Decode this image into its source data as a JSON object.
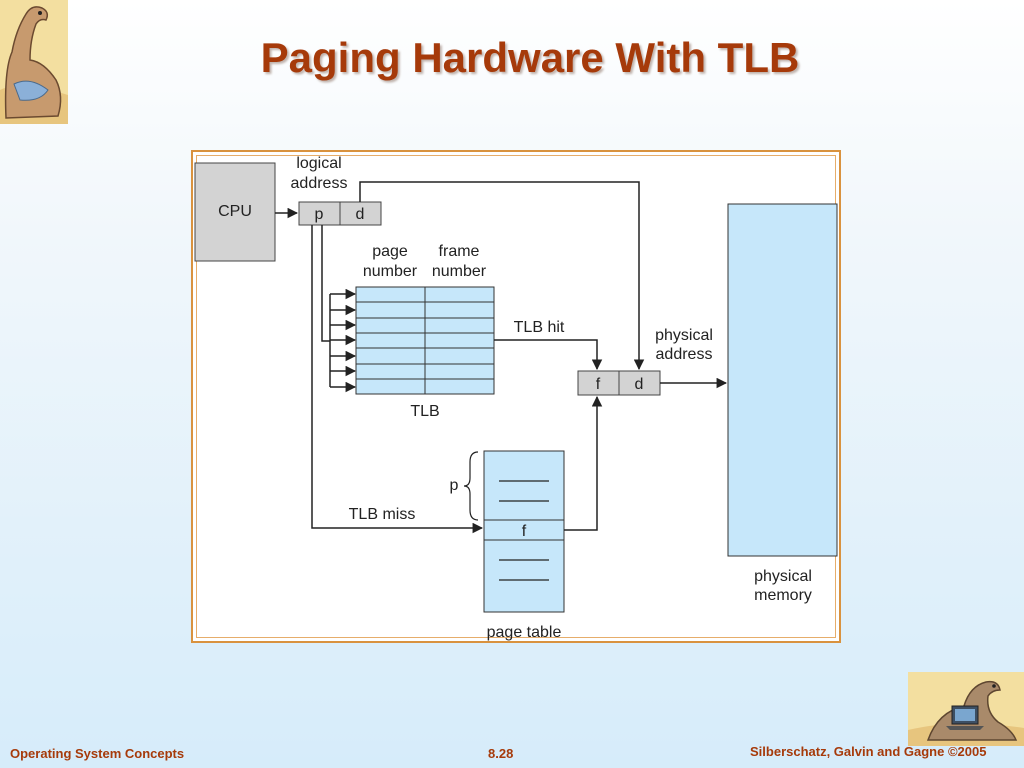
{
  "slide": {
    "title": "Paging Hardware With TLB",
    "footer_left": "Operating System Concepts",
    "footer_center": "8.28",
    "footer_right": "Silberschatz, Galvin and Gagne ©2005"
  },
  "diagram": {
    "cpu": "CPU",
    "logical_address": [
      "logical",
      "address"
    ],
    "p": "p",
    "d": "d",
    "page_number": [
      "page",
      "number"
    ],
    "frame_number": [
      "frame",
      "number"
    ],
    "tlb_hit": "TLB hit",
    "tlb": "TLB",
    "tlb_miss": "TLB miss",
    "physical_address": [
      "physical",
      "address"
    ],
    "f": "f",
    "page_table_p": "p",
    "page_table_f": "f",
    "page_table": "page table",
    "physical_memory": [
      "physical",
      "memory"
    ]
  },
  "colors": {
    "title": "#a63a0a",
    "frame_border": "#d9923e",
    "blue_fill": "#c6e7fa",
    "gray_fill": "#d3d3d3"
  },
  "icons": {
    "top_logo": "dinosaur-icon",
    "bottom_logo": "dinosaur-laptop-icon"
  }
}
